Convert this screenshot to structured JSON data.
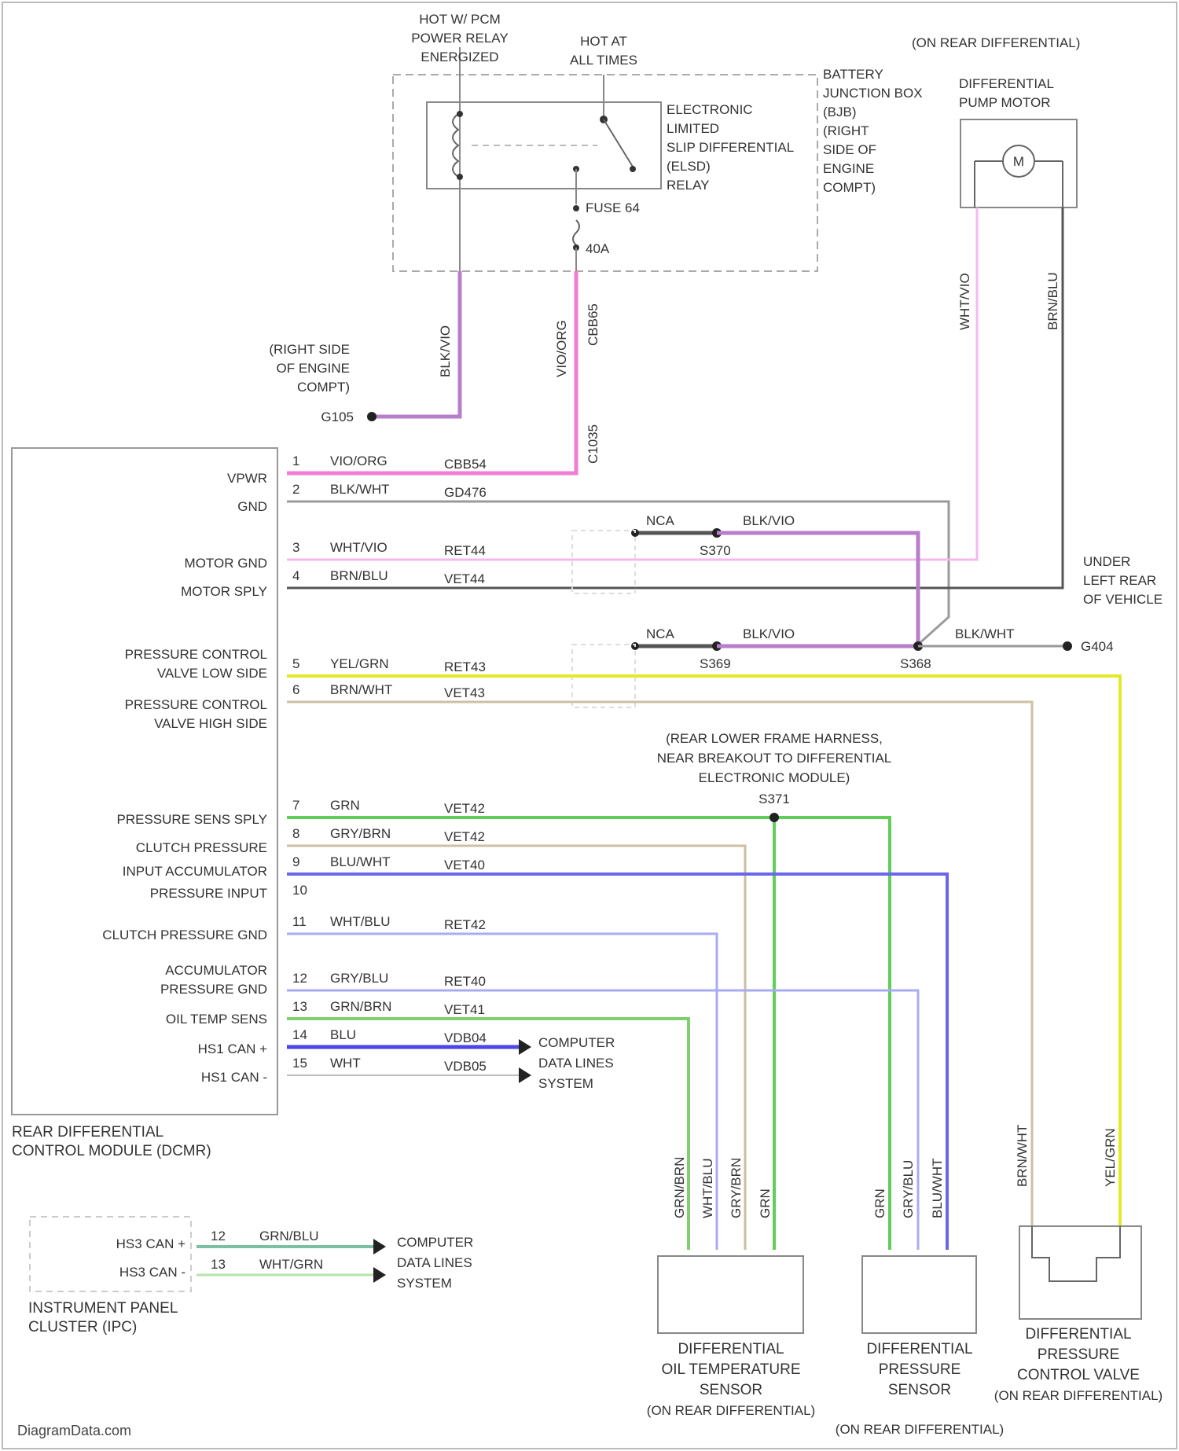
{
  "relay_area": {
    "hot_pcm": [
      "HOT W/ PCM",
      "POWER RELAY",
      "ENERGIZED"
    ],
    "hot_always": [
      "HOT AT",
      "ALL TIMES"
    ],
    "relay_name": [
      "ELECTRONIC",
      "LIMITED",
      "SLIP DIFFERENTIAL",
      "(ELSD)",
      "RELAY"
    ],
    "bjb": [
      "BATTERY",
      "JUNCTION BOX",
      "(BJB)",
      "(RIGHT",
      "SIDE OF",
      "ENGINE",
      "COMPT)"
    ],
    "fuse": "FUSE 64",
    "fuse_amp": "40A",
    "wire_relay_gnd": "BLK/VIO",
    "wire_relay_feed": "VIO/ORG",
    "wire_relay_circuit": "CBB65",
    "connector_c1035": "C1035",
    "ground_location": [
      "(RIGHT SIDE",
      "OF ENGINE",
      "COMPT)"
    ],
    "ground_label": "G105"
  },
  "pump": {
    "location": "(ON REAR DIFFERENTIAL)",
    "name": [
      "DIFFERENTIAL",
      "PUMP MOTOR"
    ],
    "motor_symbol": "M",
    "wire_left": "WHT/VIO",
    "wire_right": "BRN/BLU"
  },
  "module": {
    "name": [
      "REAR DIFFERENTIAL",
      "CONTROL MODULE (DCMR)"
    ],
    "pin_labels": [
      {
        "pin": "1",
        "name": [
          "VPWR"
        ],
        "color": "VIO/ORG",
        "circuit": "CBB54"
      },
      {
        "pin": "2",
        "name": [
          "GND"
        ],
        "color": "BLK/WHT",
        "circuit": "GD476"
      },
      {
        "pin": "3",
        "name": [
          "MOTOR GND"
        ],
        "color": "WHT/VIO",
        "circuit": "RET44"
      },
      {
        "pin": "4",
        "name": [
          "MOTOR SPLY"
        ],
        "color": "BRN/BLU",
        "circuit": "VET44"
      },
      {
        "pin": "5",
        "name": [
          "PRESSURE CONTROL",
          "VALVE LOW SIDE"
        ],
        "color": "YEL/GRN",
        "circuit": "RET43"
      },
      {
        "pin": "6",
        "name": [
          "PRESSURE CONTROL",
          "VALVE HIGH SIDE"
        ],
        "color": "BRN/WHT",
        "circuit": "VET43"
      },
      {
        "pin": "7",
        "name": [
          "PRESSURE SENS SPLY"
        ],
        "color": "GRN",
        "circuit": "VET42"
      },
      {
        "pin": "8",
        "name": [
          "CLUTCH PRESSURE"
        ],
        "color": "GRY/BRN",
        "circuit": "VET42"
      },
      {
        "pin": "9",
        "name": [
          "INPUT ACCUMULATOR"
        ],
        "color": "BLU/WHT",
        "circuit": "VET40"
      },
      {
        "pin": "10",
        "name": [
          "PRESSURE INPUT"
        ],
        "color": "",
        "circuit": ""
      },
      {
        "pin": "11",
        "name": [
          "CLUTCH PRESSURE GND"
        ],
        "color": "WHT/BLU",
        "circuit": "RET42"
      },
      {
        "pin": "12",
        "name": [
          "ACCUMULATOR",
          "PRESSURE GND"
        ],
        "color": "GRY/BLU",
        "circuit": "RET40"
      },
      {
        "pin": "13",
        "name": [
          "OIL TEMP SENS"
        ],
        "color": "GRN/BRN",
        "circuit": "VET41"
      },
      {
        "pin": "14",
        "name": [
          "HS1 CAN +"
        ],
        "color": "BLU",
        "circuit": "VDB04"
      },
      {
        "pin": "15",
        "name": [
          "HS1 CAN -"
        ],
        "color": "WHT",
        "circuit": "VDB05"
      }
    ]
  },
  "splices": {
    "nca_1": "NCA",
    "s370": "S370",
    "blk_vio_1": "BLK/VIO",
    "nca_2": "NCA",
    "s369": "S369",
    "blk_vio_2": "BLK/VIO",
    "s368": "S368",
    "blk_wht": "BLK/WHT",
    "g404": "G404",
    "under_rear": [
      "UNDER",
      "LEFT REAR",
      "OF VEHICLE"
    ],
    "s371_location": [
      "(REAR LOWER FRAME HARNESS,",
      "NEAR BREAKOUT TO DIFFERENTIAL",
      "ELECTRONIC MODULE)"
    ],
    "s371": "S371"
  },
  "can": {
    "computer_data_lines": [
      "COMPUTER",
      "DATA LINES",
      "SYSTEM"
    ],
    "ipc_pins": [
      {
        "pin": "12",
        "name": "HS3 CAN +",
        "color": "GRN/BLU"
      },
      {
        "pin": "13",
        "name": "HS3 CAN -",
        "color": "WHT/GRN"
      }
    ],
    "ipc_name": [
      "INSTRUMENT PANEL",
      "CLUSTER (IPC)"
    ]
  },
  "sensors": {
    "oil_temp": {
      "name": [
        "DIFFERENTIAL",
        "OIL TEMPERATURE",
        "SENSOR"
      ],
      "location": "(ON REAR DIFFERENTIAL)",
      "wires": [
        "GRN/BRN",
        "WHT/BLU",
        "GRY/BRN",
        "GRN"
      ]
    },
    "pressure": {
      "name": [
        "DIFFERENTIAL",
        "PRESSURE",
        "SENSOR"
      ],
      "location": "(ON REAR DIFFERENTIAL)",
      "wires": [
        "GRN",
        "GRY/BLU",
        "BLU/WHT"
      ]
    },
    "valve": {
      "name": [
        "DIFFERENTIAL",
        "PRESSURE",
        "CONTROL VALVE"
      ],
      "location": "(ON REAR DIFFERENTIAL)",
      "wires": [
        "BRN/WHT",
        "YEL/GRN"
      ]
    }
  },
  "watermark": "DiagramData.com",
  "colors": {
    "pink": "#f07dd6",
    "light_pink": "#f5b8ec",
    "gray": "#9a9a9a",
    "dark": "#555555",
    "violet": "#b77fc9",
    "yellow": "#e2ea2a",
    "tan": "#cdbfa2",
    "green": "#5fcf58",
    "light_blue": "#a9abf0",
    "blue": "#6a66e8",
    "teal": "#7dbfa2",
    "light_green": "#b5e3a8"
  }
}
